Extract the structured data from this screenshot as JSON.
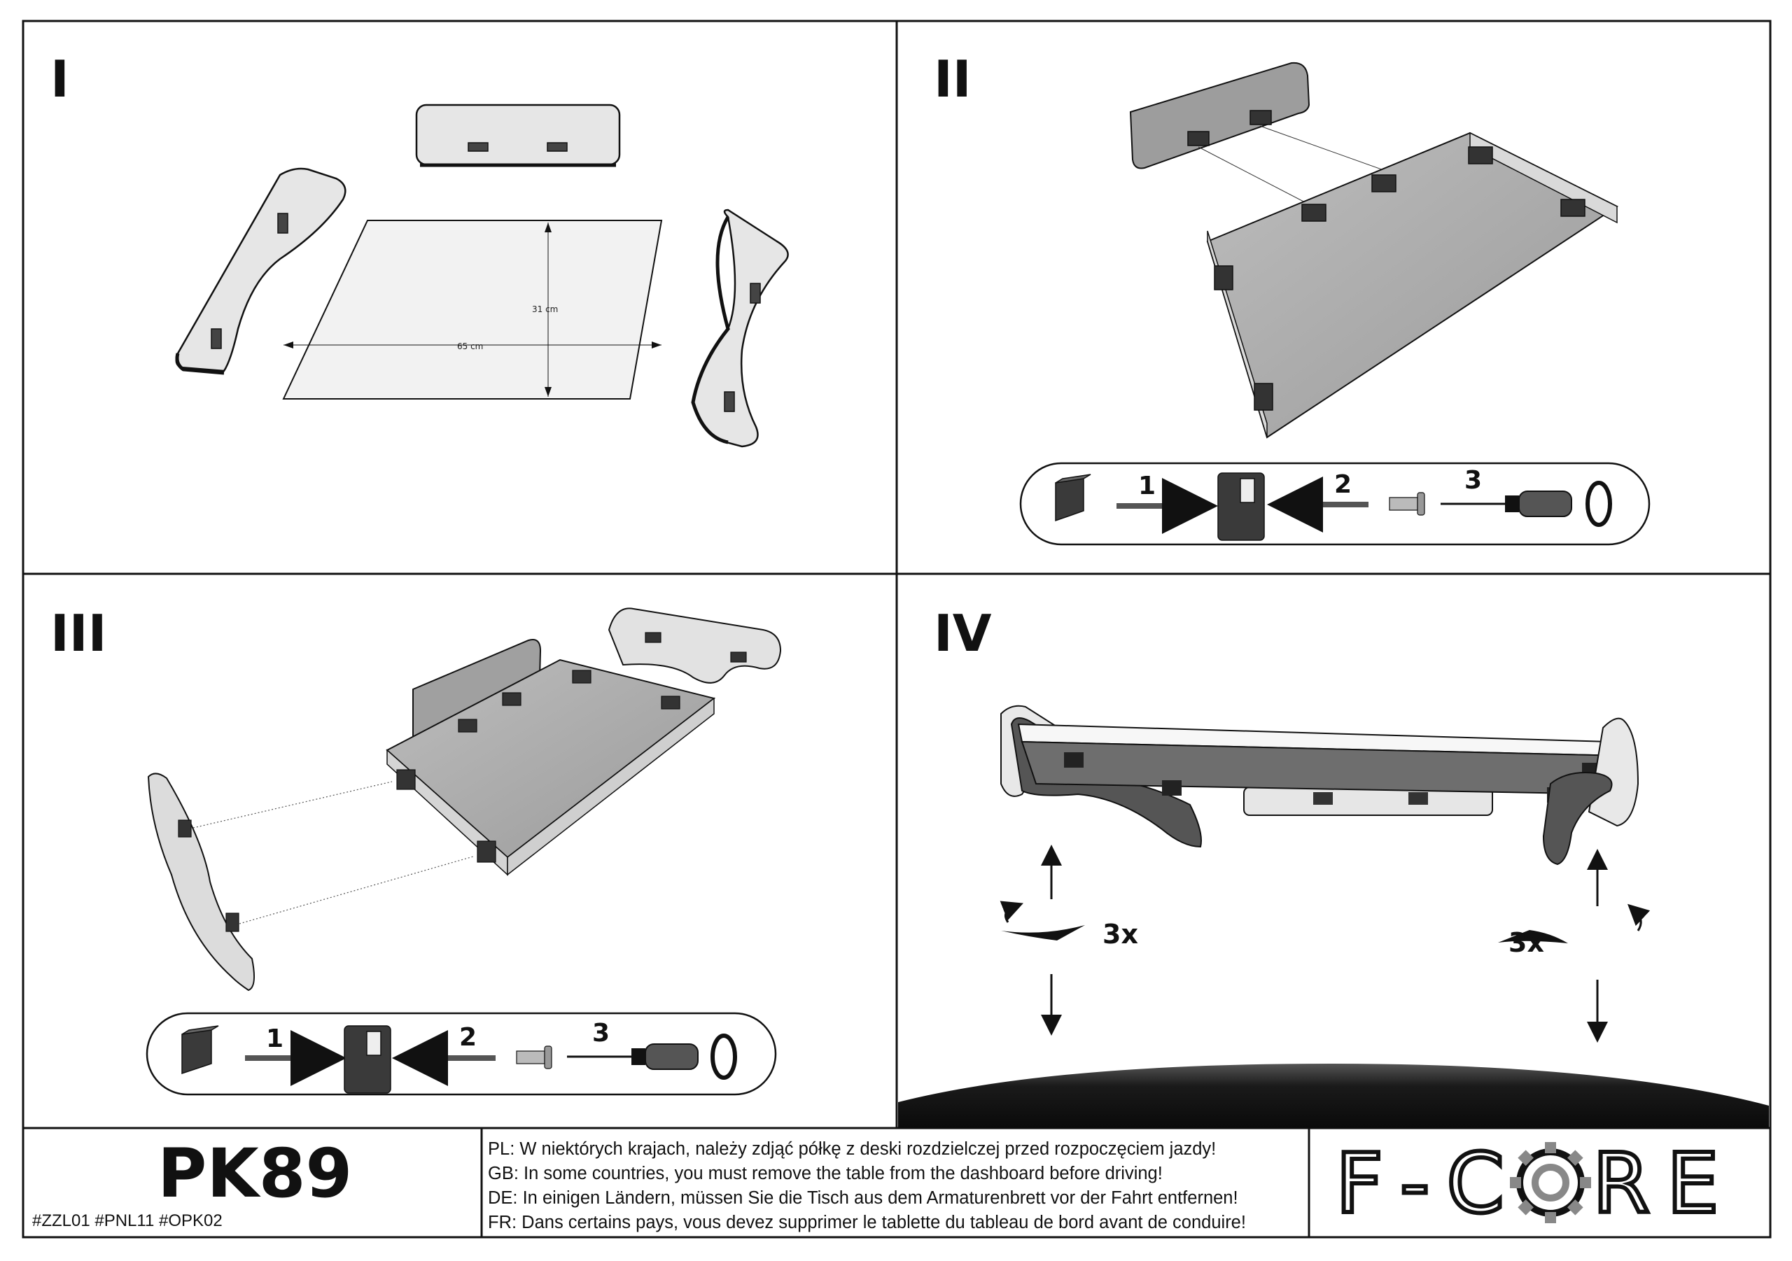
{
  "panels": {
    "p1": {
      "label": "I",
      "width_label": "65 cm",
      "depth_label": "31 cm"
    },
    "p2": {
      "label": "II",
      "steps": [
        "1",
        "2",
        "3"
      ]
    },
    "p3": {
      "label": "III",
      "steps": [
        "1",
        "2",
        "3"
      ]
    },
    "p4": {
      "label": "IV",
      "left_count": "3x",
      "right_count": "3x"
    }
  },
  "footer": {
    "model": "PK89",
    "codes": "#ZZL01  #PNL11  #OPK02",
    "warnings": [
      "PL: W niektórych krajach, należy zdjąć półkę z deski rozdzielczej przed rozpoczęciem jazdy!",
      "GB: In some countries, you must remove the table from the dashboard before driving!",
      "DE: In einigen Ländern, müssen Sie die Tisch aus dem Armaturenbrett vor der Fahrt entfernen!",
      "FR: Dans certains pays, vous devez supprimer le tablette du tableau de bord avant de conduire!"
    ],
    "logo_left": "F-C",
    "logo_right": "RE"
  },
  "colors": {
    "line": "#111111",
    "glass": "#c9c9c9",
    "dark": "#3a3a3a",
    "panel_light": "#e4e4e4"
  }
}
